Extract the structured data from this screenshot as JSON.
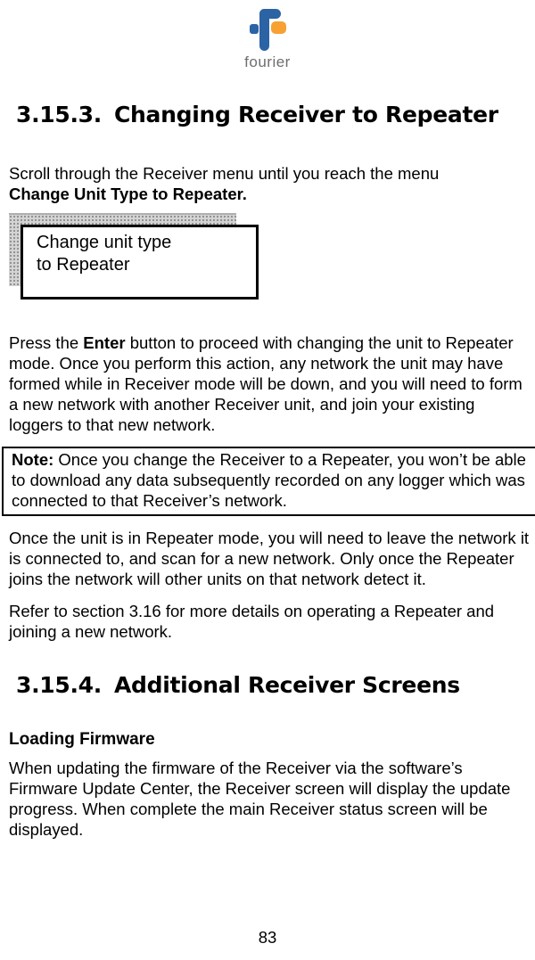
{
  "logo": {
    "brand": "fourier",
    "colors": {
      "blue": "#2b63a5",
      "orange": "#f7a133",
      "wordmark_gray": "#6d6e70"
    }
  },
  "section1": {
    "number": "3.15.3.",
    "title": "Changing Receiver to Repeater",
    "para1_normal": "Scroll through the Receiver menu until you reach the menu",
    "para1_bold": "Change Unit Type to Repeater.",
    "lcd": {
      "line1": "Change unit type",
      "line2": "to Repeater"
    },
    "para2_pre": "Press the ",
    "para2_bold": "Enter",
    "para2_post": " button to proceed with changing the unit to Repeater mode. Once you perform this action, any network the unit may have formed while in Receiver mode will be down, and you will need to form a new network with another Receiver unit, and join your existing loggers to that new network.",
    "note_label": "Note:",
    "note_text": " Once you change the Receiver to a Repeater, you won’t be able to download any data subsequently recorded on any logger which was connected to that Receiver’s network.",
    "para3": "Once the unit is in Repeater mode, you will need to leave the network it is connected to, and scan for a new network. Only once the Repeater joins the network will other units on that network detect it.",
    "para4": "Refer to section 3.16 for more details on operating a Repeater and joining a new network."
  },
  "section2": {
    "number": "3.15.4.",
    "title": "Additional Receiver Screens",
    "subheading": "Loading Firmware",
    "para1": "When updating the firmware of the Receiver via the software’s Firmware Update Center, the Receiver screen will display the update progress. When complete the main Receiver status screen will be displayed."
  },
  "page": {
    "number": "83"
  }
}
